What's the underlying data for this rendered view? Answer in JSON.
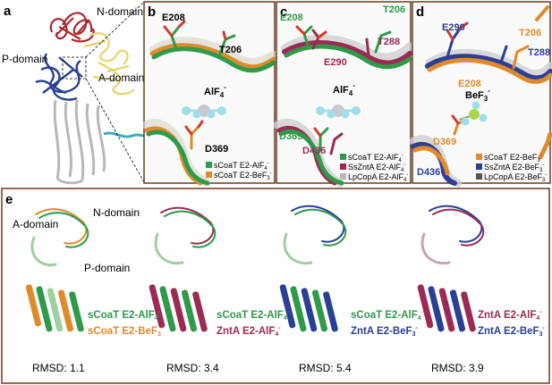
{
  "colors": {
    "box_border": "#6b3a20",
    "green": "#2e9a4a",
    "orange": "#e08a2c",
    "crimson": "#9c2a55",
    "navy": "#2a3f96",
    "grey": "#b8b8b8",
    "red_domain": "#b02630",
    "yellow_domain": "#f1e58a",
    "teal": "#36b0b8",
    "aluminium": "#9fe0e8"
  },
  "panel_a": {
    "label": "a",
    "n_domain": "N-domain",
    "p_domain": "P-domain",
    "a_domain": "A-domain"
  },
  "panel_b": {
    "label": "b",
    "e208": "E208",
    "t206": "T206",
    "alf": "AlF",
    "alf_sub": "4",
    "alf_sup": "-",
    "d369": "D369",
    "legend": [
      {
        "main": "sCoaT E2-AlF",
        "sub": "4",
        "sup": "-",
        "color_key": "green"
      },
      {
        "main": "sCoaT E2-BeF",
        "sub": "3",
        "sup": "-",
        "color_key": "orange"
      }
    ]
  },
  "panel_c": {
    "label": "c",
    "e208": "E208",
    "t206": "T206",
    "t288": "T288",
    "e290": "E290",
    "alf": "AlF",
    "alf_sub": "4",
    "alf_sup": "-",
    "d369": "D369",
    "d436": "D436",
    "legend": [
      {
        "main": "sCoaT E2-AlF",
        "sub": "4",
        "sup": "-",
        "color_key": "green"
      },
      {
        "main": "SsZntA E2-AlF",
        "sub": "4",
        "sup": "-",
        "color_key": "crimson"
      },
      {
        "main": "LpCopA E2-AlF",
        "sub": "4",
        "sup": "-",
        "color_key": "grey"
      }
    ]
  },
  "panel_d": {
    "label": "d",
    "e290": "E290",
    "t206": "T206",
    "t288": "T288",
    "e208": "E208",
    "bef": "BeF",
    "bef_sub": "3",
    "bef_sup": "-",
    "d369": "D369",
    "d436": "D436",
    "legend": [
      {
        "main": "sCoaT E2-BeF",
        "sub": "3",
        "sup": "-",
        "color_key": "orange"
      },
      {
        "main": "SsZntA E2-BeF",
        "sub": "3",
        "sup": "-",
        "color_key": "navy"
      },
      {
        "main": "LpCopA E2-BeF",
        "sub": "3",
        "sup": "-",
        "color_key": "grey"
      }
    ]
  },
  "panel_e": {
    "label": "e",
    "a_domain": "A-domain",
    "n_domain": "N-domain",
    "p_domain": "P-domain",
    "overlays": [
      {
        "line1": {
          "main": "sCoaT E2-AlF",
          "sub": "4",
          "sup": "-"
        },
        "line1_color": "green",
        "line2": {
          "main": "sCoaT E2-BeF",
          "sub": "3",
          "sup": "-"
        },
        "line2_color": "orange",
        "rmsd": "RMSD: 1.1"
      },
      {
        "line1": {
          "main": "sCoaT E2-AlF",
          "sub": "4",
          "sup": "-"
        },
        "line1_color": "green",
        "line2": {
          "main": "ZntA E2-AlF",
          "sub": "4",
          "sup": "-"
        },
        "line2_color": "crimson",
        "rmsd": "RMSD: 3.4"
      },
      {
        "line1": {
          "main": "sCoaT E2-AlF",
          "sub": "4",
          "sup": "-"
        },
        "line1_color": "green",
        "line2": {
          "main": "ZntA E2-BeF",
          "sub": "3",
          "sup": "-"
        },
        "line2_color": "navy",
        "rmsd": "RMSD: 5.4"
      },
      {
        "line1": {
          "main": "ZntA E2-AlF",
          "sub": "4",
          "sup": "-"
        },
        "line1_color": "crimson",
        "line2": {
          "main": "ZntA E2-BeF",
          "sub": "3",
          "sup": "-"
        },
        "line2_color": "navy",
        "rmsd": "RMSD: 3.9"
      }
    ]
  }
}
